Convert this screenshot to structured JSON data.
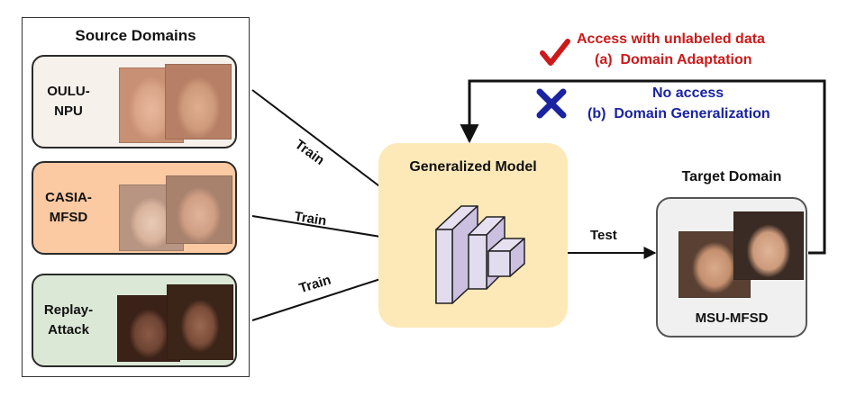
{
  "source": {
    "title": "Source Domains",
    "domains": [
      {
        "label_line1": "OULU-",
        "label_line2": "NPU",
        "bg": "#f7f1ec"
      },
      {
        "label_line1": "CASIA-",
        "label_line2": "MFSD",
        "bg": "#fbc9a2"
      },
      {
        "label_line1": "Replay-",
        "label_line2": "Attack",
        "bg": "#dbe8d6"
      }
    ]
  },
  "arrows": {
    "train_1": "Train",
    "train_2": "Train",
    "train_3": "Train",
    "test": "Test"
  },
  "model": {
    "title": "Generalized Model",
    "bg": "#fde9b8",
    "cube_fill": "#dcd4ea"
  },
  "target": {
    "title": "Target Domain",
    "label": "MSU-MFSD"
  },
  "legend": {
    "adaptation_line1": "Access with unlabeled data",
    "adaptation_line2": "(a)  Domain Adaptation",
    "adaptation_color": "#cc1a1a",
    "generalization_line1": "No access",
    "generalization_line2": "(b)  Domain Generalization",
    "generalization_color": "#1a23a0",
    "check_icon": "check-icon",
    "cross_icon": "cross-icon"
  }
}
